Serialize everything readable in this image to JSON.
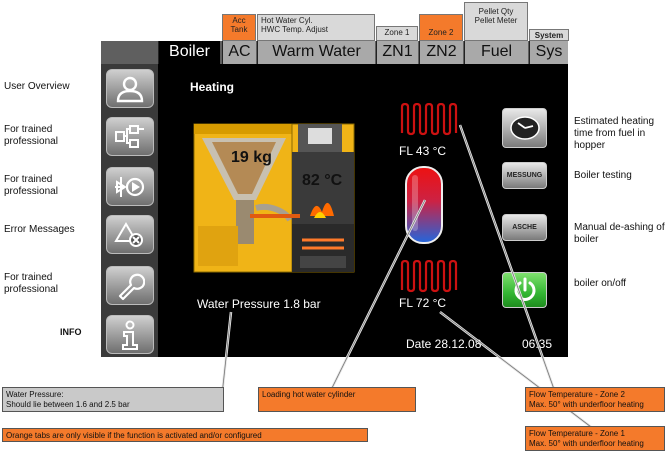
{
  "top_tabs": {
    "acc_tank": "Acc\nTank",
    "hot_water": "Hot Water Cyl.\nHWC Temp. Adjust",
    "zone1": "Zone 1",
    "zone2": "Zone 2",
    "pellet": "Pellet Qty\nPellet Meter",
    "system": "System"
  },
  "tabs": {
    "boiler": "Boiler",
    "ac": "AC",
    "warm_water": "Warm Water",
    "zn1": "ZN1",
    "zn2": "ZN2",
    "fuel": "Fuel",
    "sys": "Sys"
  },
  "screen": {
    "heading": "Heating",
    "fuel_weight": "19 kg",
    "boiler_temp": "82 °C",
    "water_pressure": "Water Pressure 1.8 bar",
    "fl_zone2": "FL  43 °C",
    "fl_zone1": "FL  72 °C",
    "date": "Date 28.12.08",
    "time": "06:35"
  },
  "right_buttons": {
    "testing_label": "MESSUNG",
    "ash_label": "ASCHE"
  },
  "left_annotations": {
    "user_overview": "User Overview",
    "trained1": "For trained\nprofessional",
    "trained2": "For trained\nprofessional",
    "errors": "Error Messages",
    "trained3": "For trained\nprofessional",
    "info": "INFO"
  },
  "right_annotations": {
    "estimated": "Estimated heating\ntime from fuel in\nhopper",
    "testing": "Boiler testing",
    "deashing": "Manual de-ashing of\nboiler",
    "onoff": "boiler on/off"
  },
  "callouts": {
    "water_pressure": "Water Pressure:\nShould lie between 1.6 and 2.5 bar",
    "cylinder": "Loading hot water cylinder",
    "zone2": "Flow Temperature - Zone 2\nMax. 50° with underfloor heating",
    "zone1": "Flow Temperature - Zone 1\nMax. 50° with underfloor heating",
    "orange_note": "Orange tabs are only visible if the function is activated and/or configured"
  },
  "colors": {
    "orange": "#f47a2b",
    "screen_bg": "#000000",
    "power_green": "#33b533",
    "heater_red": "#cc1111"
  }
}
